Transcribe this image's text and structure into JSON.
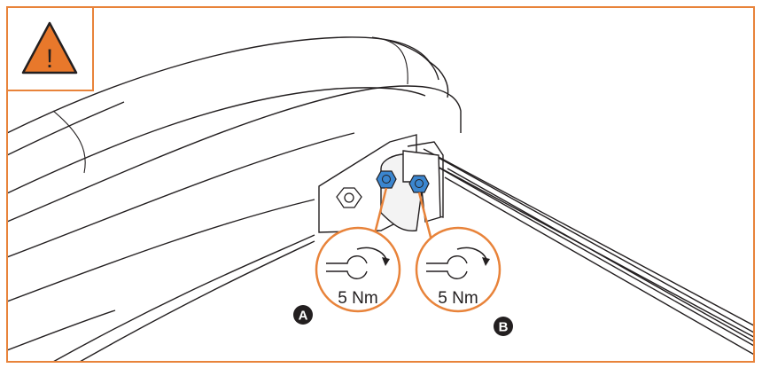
{
  "colors": {
    "frame": "#e8833a",
    "warning_fill": "#e8782b",
    "bolt": "#3b86cf",
    "line": "#231f20"
  },
  "warning": {
    "icon": "warning-triangle-icon",
    "symbol": "!"
  },
  "callouts": [
    {
      "id": "A",
      "label": "A",
      "torque": "5 Nm",
      "icon": "wrench-icon"
    },
    {
      "id": "B",
      "label": "B",
      "torque": "5 Nm",
      "icon": "wrench-icon"
    }
  ]
}
